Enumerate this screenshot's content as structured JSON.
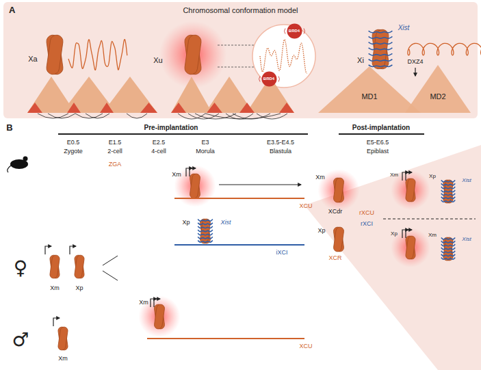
{
  "diagram": {
    "nodes": [
      {
        "text": [
          "A",
          "Chromosomal conformation model"
        ]
      },
      {
        "text": [
          "BRD4"
        ],
        "in": 0
      },
      {
        "text": [
          "BRD4"
        ],
        "in": 0
      },
      {
        "text": [
          "MD1"
        ],
        "in": 0
      },
      {
        "text": [
          "MD2"
        ],
        "in": 0
      }
    ],
    "labels": [
      "Xa",
      "Xu",
      "Xi",
      "Xist",
      "DXZ4",
      "B",
      "Pre-implantation",
      "Post-implantation",
      "E0.5",
      "Zygote",
      "E1.5",
      "2-cell",
      "E2.5",
      "4-cell",
      "E3",
      "Morula",
      "E3.5-E4.5",
      "Blastula",
      "E5-E6.5",
      "Epiblast",
      "ZGA",
      "♀",
      "Xm",
      "Xp",
      "Xm",
      "XCU",
      "Xp",
      "Xist",
      "iXCI",
      "Xm",
      "XCdr",
      "Xp",
      "XCR",
      "Xm",
      "Xp",
      "Xist",
      "rXCU",
      "rXCI",
      "Xp",
      "Xm",
      "Xist",
      "♂",
      "Xm",
      "Xm",
      "XCU"
    ]
  }
}
